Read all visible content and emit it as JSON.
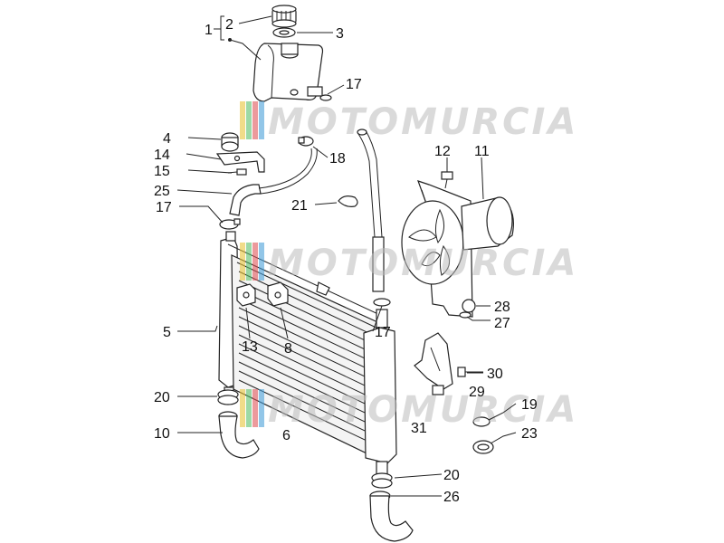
{
  "watermark": {
    "text": "MOTOMURCIA",
    "stripe_colors": [
      "#e8c53a",
      "#e8c53a",
      "#5bbf6a",
      "#e0565a",
      "#4aa0d8"
    ]
  },
  "callouts": [
    {
      "id": "c1",
      "label": "1"
    },
    {
      "id": "c2",
      "label": "2"
    },
    {
      "id": "c3",
      "label": "3"
    },
    {
      "id": "c17a",
      "label": "17"
    },
    {
      "id": "c4",
      "label": "4"
    },
    {
      "id": "c14",
      "label": "14"
    },
    {
      "id": "c18",
      "label": "18"
    },
    {
      "id": "c15",
      "label": "15"
    },
    {
      "id": "c12",
      "label": "12"
    },
    {
      "id": "c11",
      "label": "11"
    },
    {
      "id": "c25",
      "label": "25"
    },
    {
      "id": "c21",
      "label": "21"
    },
    {
      "id": "c17b",
      "label": "17"
    },
    {
      "id": "c28",
      "label": "28"
    },
    {
      "id": "c27",
      "label": "27"
    },
    {
      "id": "c5",
      "label": "5"
    },
    {
      "id": "c17c",
      "label": "17"
    },
    {
      "id": "c13",
      "label": "13"
    },
    {
      "id": "c8",
      "label": "8"
    },
    {
      "id": "c30",
      "label": "30"
    },
    {
      "id": "c29",
      "label": "29"
    },
    {
      "id": "c20a",
      "label": "20"
    },
    {
      "id": "c19",
      "label": "19"
    },
    {
      "id": "c31",
      "label": "31"
    },
    {
      "id": "c10",
      "label": "10"
    },
    {
      "id": "c6",
      "label": "6"
    },
    {
      "id": "c23",
      "label": "23"
    },
    {
      "id": "c20b",
      "label": "20"
    },
    {
      "id": "c26",
      "label": "26"
    }
  ]
}
